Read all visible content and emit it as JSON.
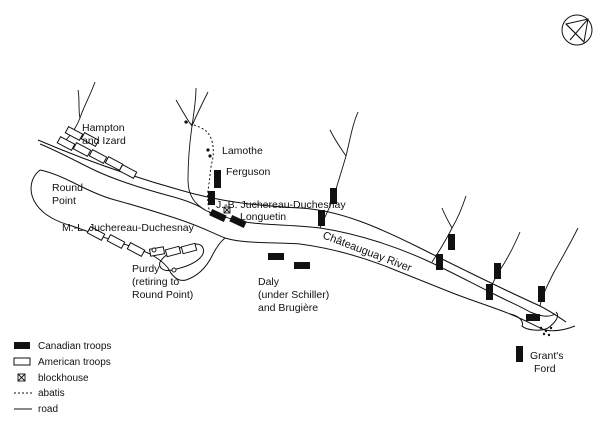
{
  "map": {
    "labels": {
      "hampton_izard_1": "Hampton",
      "hampton_izard_2": "and Izard",
      "round_point_1": "Round",
      "round_point_2": "Point",
      "lamothe": "Lamothe",
      "ferguson": "Ferguson",
      "jb_duchesnay": "J.-B. Juchereau-Duchesnay",
      "longuetin": "Longuetin",
      "ml_duchesnay": "M.-L. Juchereau-Duchesnay",
      "river": "Châteauguay River",
      "purdy_1": "Purdy",
      "purdy_2": "(retiring to",
      "purdy_3": "Round Point)",
      "daly_1": "Daly",
      "daly_2": "(under Schiller)",
      "daly_3": "and Brugière",
      "grants_ford_1": "Grant's",
      "grants_ford_2": "Ford"
    },
    "legend": {
      "canadian_troops": "Canadian troops",
      "american_troops": "American troops",
      "blockhouse": "blockhouse",
      "abatis": "abatis",
      "road": "road"
    },
    "colors": {
      "ink": "#111111",
      "background": "#ffffff"
    },
    "icons": [
      "compass-rose-icon",
      "canadian-troop-block",
      "american-troop-block",
      "blockhouse-icon"
    ]
  }
}
